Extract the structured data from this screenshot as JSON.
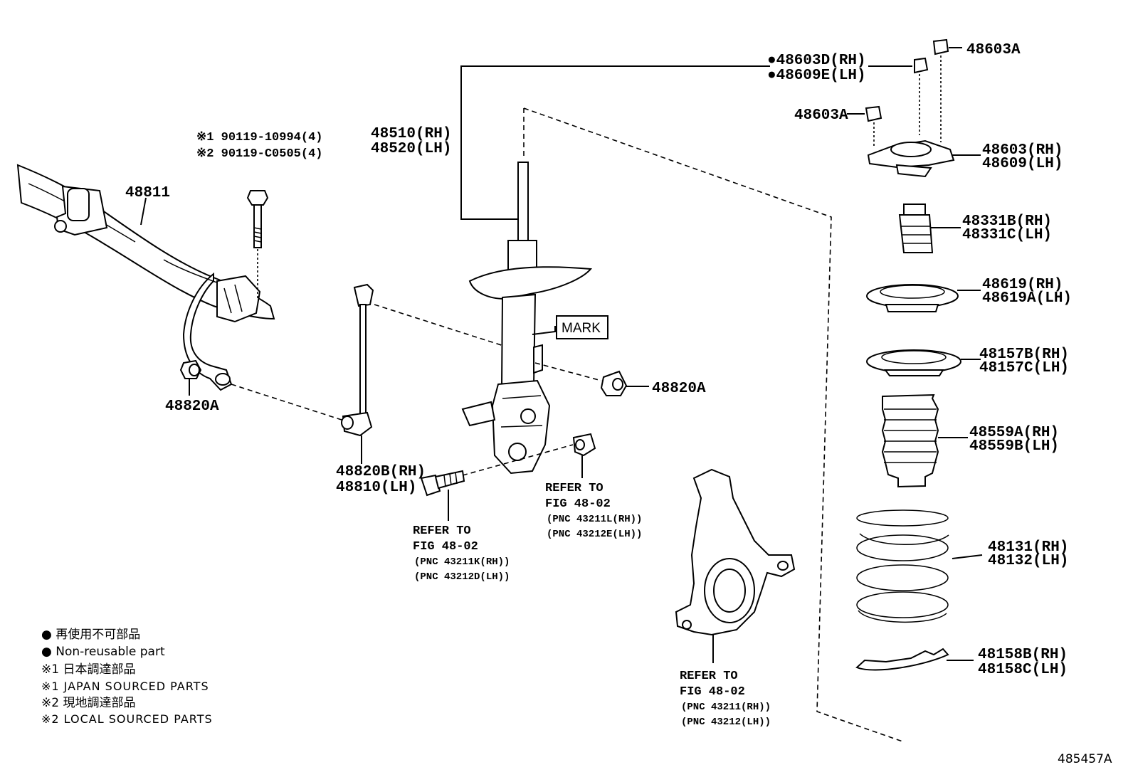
{
  "labels": {
    "stabilizer_bar": "48811",
    "bolt_1": "※1 90119-10994(4)",
    "bolt_2": "※2 90119-C0505(4)",
    "bushing_left": "48820A",
    "strut_rh": "48510(RH)",
    "strut_lh": "48520(LH)",
    "mark": "MARK",
    "bushing_right": "48820A",
    "link_rh": "48820B(RH)",
    "link_lh": "48810(LH)",
    "refer1_a": "REFER TO",
    "refer1_b": "FIG 48-02",
    "refer1_c": "(PNC 43211K(RH))",
    "refer1_d": "(PNC 43212D(LH))",
    "refer2_a": "REFER TO",
    "refer2_b": "FIG 48-02",
    "refer2_c": "(PNC 43211L(RH))",
    "refer2_d": "(PNC 43212E(LH))",
    "refer3_a": "REFER TO",
    "refer3_b": "FIG 48-02",
    "refer3_c": "(PNC 43211(RH))",
    "refer3_d": "(PNC 43212(LH))",
    "nut_rh": "●48603D(RH)",
    "nut_lh": "●48609E(LH)",
    "nut_top": "48603A",
    "nut_side": "48603A",
    "support_rh": "48603(RH)",
    "support_lh": "48609(LH)",
    "bumper_rh": "48331B(RH)",
    "bumper_lh": "48331C(LH)",
    "seat_upper_rh": "48619(RH)",
    "seat_upper_lh": "48619A(LH)",
    "insulator_rh": "48157B(RH)",
    "insulator_lh": "48157C(LH)",
    "boot_rh": "48559A(RH)",
    "boot_lh": "48559B(LH)",
    "spring_rh": "48131(RH)",
    "spring_lh": "48132(LH)",
    "lower_insulator_rh": "48158B(RH)",
    "lower_insulator_lh": "48158C(LH)"
  },
  "legend": [
    "● 再使用不可部品",
    "● Non-reusable part",
    "※1 日本調達部品",
    "※1 JAPAN SOURCED PARTS",
    "※2 現地調達部品",
    "※2 LOCAL SOURCED PARTS"
  ],
  "figure_id": "485457A"
}
